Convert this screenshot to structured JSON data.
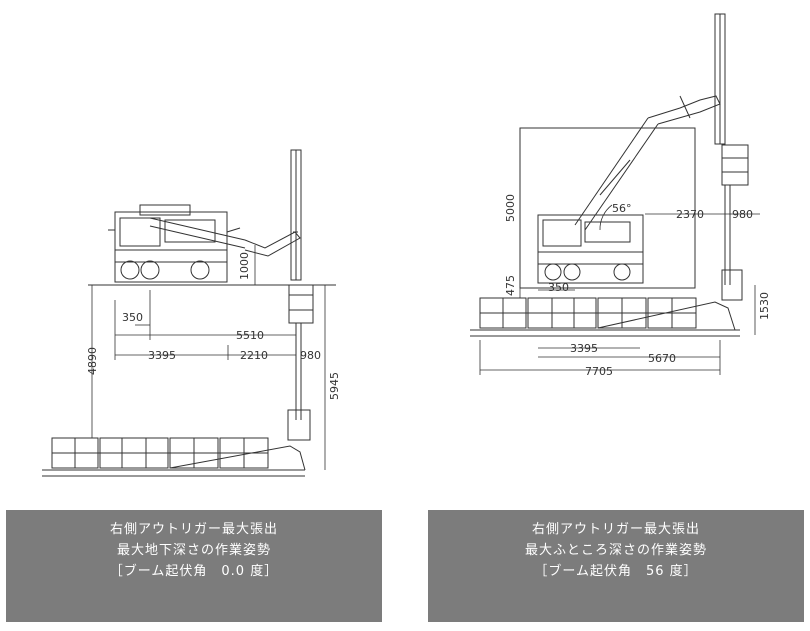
{
  "left_diagram": {
    "dims": {
      "d350": "350",
      "d5510": "5510",
      "d3395": "3395",
      "d2210": "2210",
      "d980": "980",
      "d4890": "4890",
      "d5945": "5945",
      "d1000": "1000"
    },
    "caption": {
      "line1": "右側アウトリガー最大張出",
      "line2": "最大地下深さの作業姿勢",
      "line3": "［ブーム起伏角　0.0 度］"
    }
  },
  "right_diagram": {
    "dims": {
      "d5000": "5000",
      "d56": "56°",
      "d2370": "2370",
      "d980": "980",
      "d475": "475",
      "d350": "350",
      "d1530": "1530",
      "d3395": "3395",
      "d5670": "5670",
      "d7705": "7705"
    },
    "caption": {
      "line1": "右側アウトリガー最大張出",
      "line2": "最大ふところ深さの作業姿勢",
      "line3": "［ブーム起伏角　56 度］"
    }
  }
}
